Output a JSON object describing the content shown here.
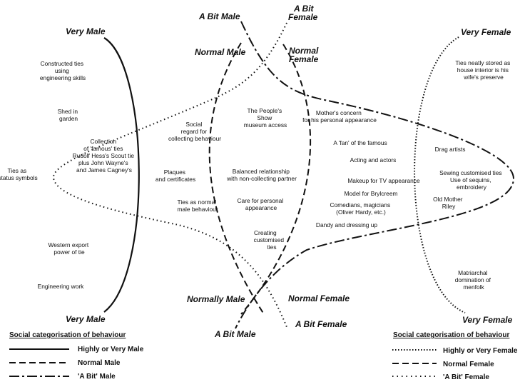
{
  "headers": {
    "very_male_top": "Very Male",
    "very_male_bottom": "Very Male",
    "very_female_top": "Very Female",
    "very_female_bottom": "Very Female",
    "a_bit_male_top": "A Bit Male",
    "a_bit_female_top": [
      "A Bit",
      "Female"
    ],
    "normal_male_top": "Normal Male",
    "normal_female_top": [
      "Normal",
      "Female"
    ],
    "normally_male_bottom": "Normally Male",
    "normal_female_bottom": "Normal Female",
    "a_bit_male_bottom": "A Bit Male",
    "a_bit_female_bottom": "A Bit Female"
  },
  "labels": {
    "constructed_ties": [
      "Constructed ties",
      "using",
      "engineering skills"
    ],
    "shed": [
      "Shed in",
      "garden"
    ],
    "status_symbols": [
      "Ties as",
      "status symbols"
    ],
    "famous_ties": [
      "Collection",
      "of 'famous' ties",
      "Rudolf Hess's Scout tie",
      "plus John Wayne's",
      "and James Cagney's"
    ],
    "western_export": [
      "Western export",
      "power of tie"
    ],
    "engineering_work": [
      "Engineering work"
    ],
    "social_regard": [
      "Social",
      "regard for",
      "collecting behaviour"
    ],
    "plaques": [
      "Plaques",
      "and certificates"
    ],
    "normal_behaviour": [
      "Ties as normal",
      "male behaviour"
    ],
    "peoples_show": [
      "The People's",
      "Show",
      "museum access"
    ],
    "balanced": [
      "Balanced relationship",
      "with non-collecting partner"
    ],
    "care": [
      "Care for personal",
      "appearance"
    ],
    "creating": [
      "Creating",
      "customised",
      "ties"
    ],
    "mothers_concern": [
      "Mother's concern",
      "for his personal appearance"
    ],
    "fan": [
      "A 'fan' of the famous"
    ],
    "acting": [
      "Acting and actors"
    ],
    "makeup": [
      "Makeup for TV appearance"
    ],
    "brylcreem": [
      "Model for Brylcreem"
    ],
    "comedians": [
      "Comedians, magicians",
      "(Oliver Hardy, etc.)"
    ],
    "dandy": [
      "Dandy and dressing up"
    ],
    "ties_stored": [
      "Ties neatly stored as",
      "house interior is his",
      "wife's preserve"
    ],
    "drag": [
      "Drag artists"
    ],
    "sewing": [
      "Sewing customised ties",
      "Use of sequins,",
      "embroidery"
    ],
    "old_mother": [
      "Old Mother",
      "Riley"
    ],
    "matriarchal": [
      "Matriarchal",
      "domination of",
      "menfolk"
    ]
  },
  "legend_left": {
    "title": "Social categorisation of behaviour",
    "items": [
      {
        "label": "Highly or Very Male",
        "style": "solid"
      },
      {
        "label": "Normal Male",
        "style": "dashed"
      },
      {
        "label": "'A Bit' Male",
        "style": "dash-dot"
      }
    ]
  },
  "legend_right": {
    "title": "Social categorisation of behaviour",
    "items": [
      {
        "label": "Highly or Very Female",
        "style": "dotted"
      },
      {
        "label": "Normal Female",
        "style": "dashed"
      },
      {
        "label": "'A Bit' Female",
        "style": "sparse-dotted"
      }
    ]
  }
}
